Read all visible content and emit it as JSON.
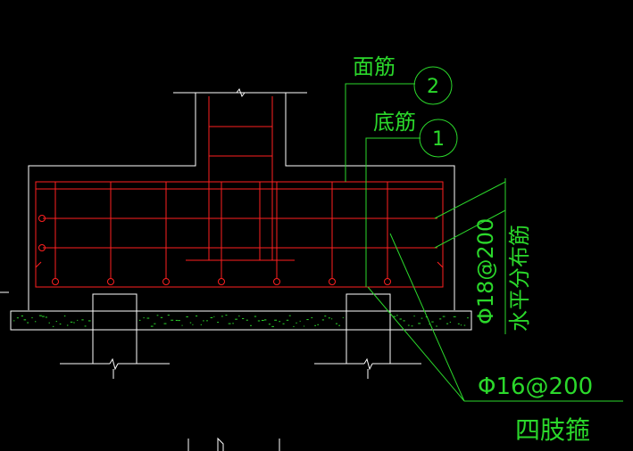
{
  "labels": {
    "top_rebar": "面筋",
    "bottom_rebar": "底筋",
    "horizontal_spec": "Φ18@200",
    "horizontal_desc": "水平分布筋",
    "stirrup_spec": "Φ16@200",
    "stirrup_desc": "四肢箍"
  },
  "callouts": {
    "top_rebar_number": "2",
    "bottom_rebar_number": "1"
  },
  "colors": {
    "background": "#000000",
    "outline": "#ffffff",
    "rebar": "#ff2020",
    "annotation": "#2bd82b"
  }
}
